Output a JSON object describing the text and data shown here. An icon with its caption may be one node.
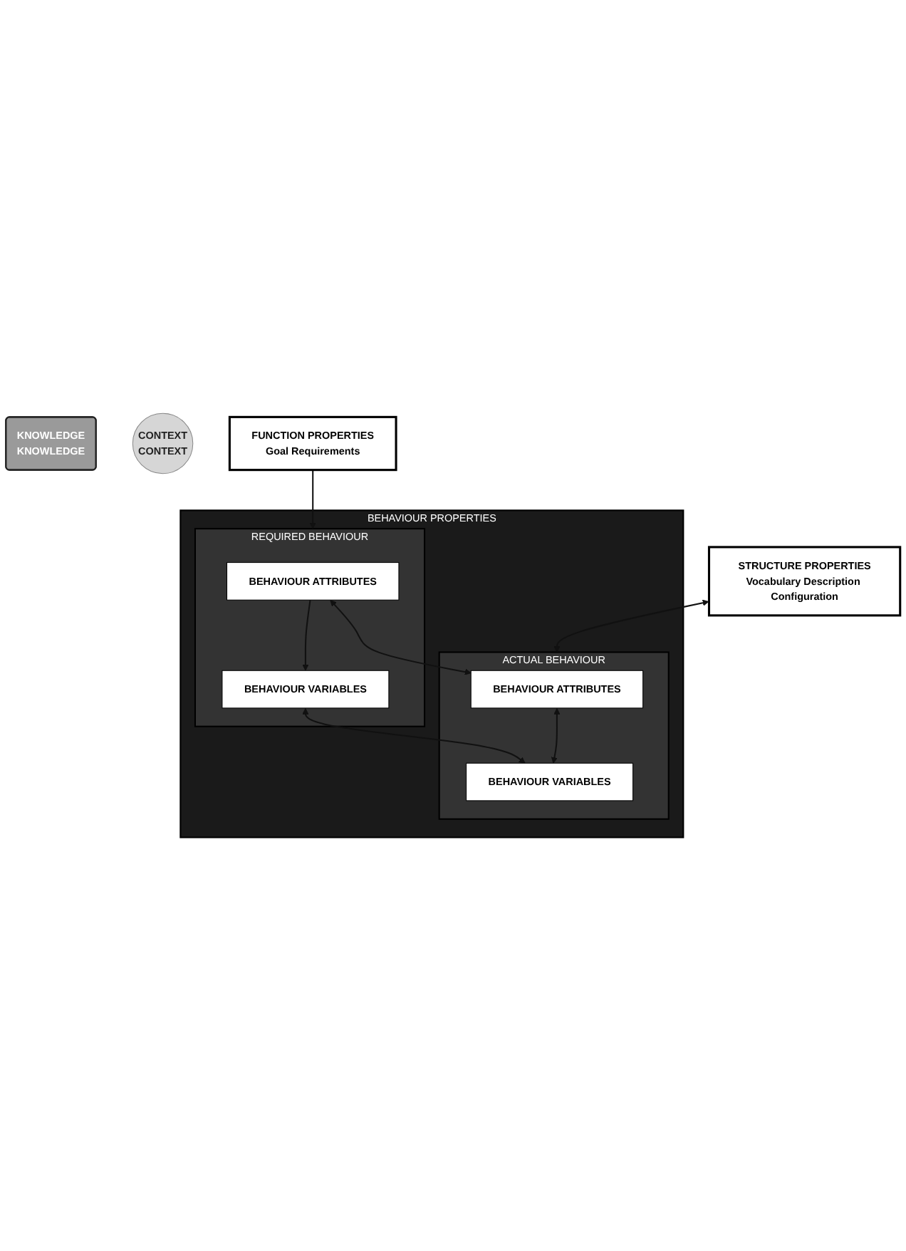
{
  "diagram": {
    "nodes": [
      {
        "text": [
          "KNOWLEDGE",
          "KNOWLEDGE"
        ]
      },
      {
        "text": [
          "CONTEXT",
          "CONTEXT"
        ]
      },
      {
        "text": [
          "FUNCTION PROPERTIES",
          "Goal Requirements"
        ]
      },
      {
        "text": [
          "BEHAVIOUR PROPERTIES"
        ]
      },
      {
        "text": [
          "REQUIRED BEHAVIOUR"
        ],
        "in": 3
      },
      {
        "text": [
          "BEHAVIOUR ATTRIBUTES"
        ],
        "in": 4
      },
      {
        "text": [
          "BEHAVIOUR VARIABLES"
        ],
        "in": 4
      },
      {
        "text": [
          "ACTUAL BEHAVIOUR"
        ],
        "in": 3
      },
      {
        "text": [
          "BEHAVIOUR ATTRIBUTES"
        ],
        "in": 7
      },
      {
        "text": [
          "BEHAVIOUR VARIABLES"
        ],
        "in": 7
      },
      {
        "text": [
          "STRUCTURE PROPERTIES",
          "Vocabulary Description Configuration"
        ]
      }
    ],
    "edges": [
      {
        "from": 2,
        "to": 4,
        "arrow": "to"
      },
      {
        "from": 5,
        "to": 6,
        "arrow": "to"
      },
      {
        "from": 5,
        "to": 8,
        "arrow": "both"
      },
      {
        "from": 6,
        "to": 9,
        "arrow": "both"
      },
      {
        "from": 8,
        "to": 9,
        "arrow": "both"
      },
      {
        "from": 10,
        "to": 7,
        "arrow": "both"
      }
    ]
  }
}
